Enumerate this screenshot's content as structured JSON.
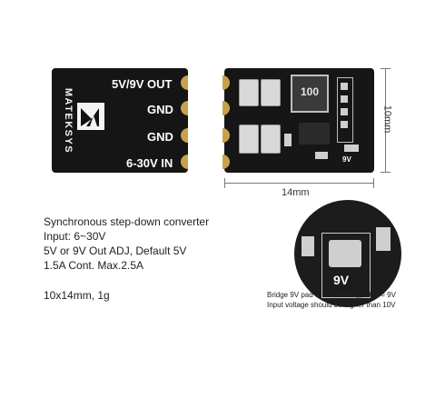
{
  "board_left": {
    "brand": "MATEKSYS",
    "pins": [
      "5V/9V OUT",
      "GND",
      "GND",
      "6-30V IN"
    ],
    "logo_icon": "mateksys-logo-icon"
  },
  "board_right": {
    "inductor_label": "100",
    "pad_label": "9V"
  },
  "dimensions": {
    "width": "14mm",
    "height": "10mm"
  },
  "specs": {
    "line1": "Synchronous step-down converter",
    "line2": "Input: 6~30V",
    "line3": "5V or 9V Out ADJ, Default 5V",
    "line4": "1.5A Cont. Max.2.5A",
    "line5": "10x14mm, 1g"
  },
  "zoom": {
    "pad_label": "9V",
    "note1": "Bridge 9V pad with soldering, OUT = 9V",
    "note2": "Input voltage should be higher than 10V"
  }
}
